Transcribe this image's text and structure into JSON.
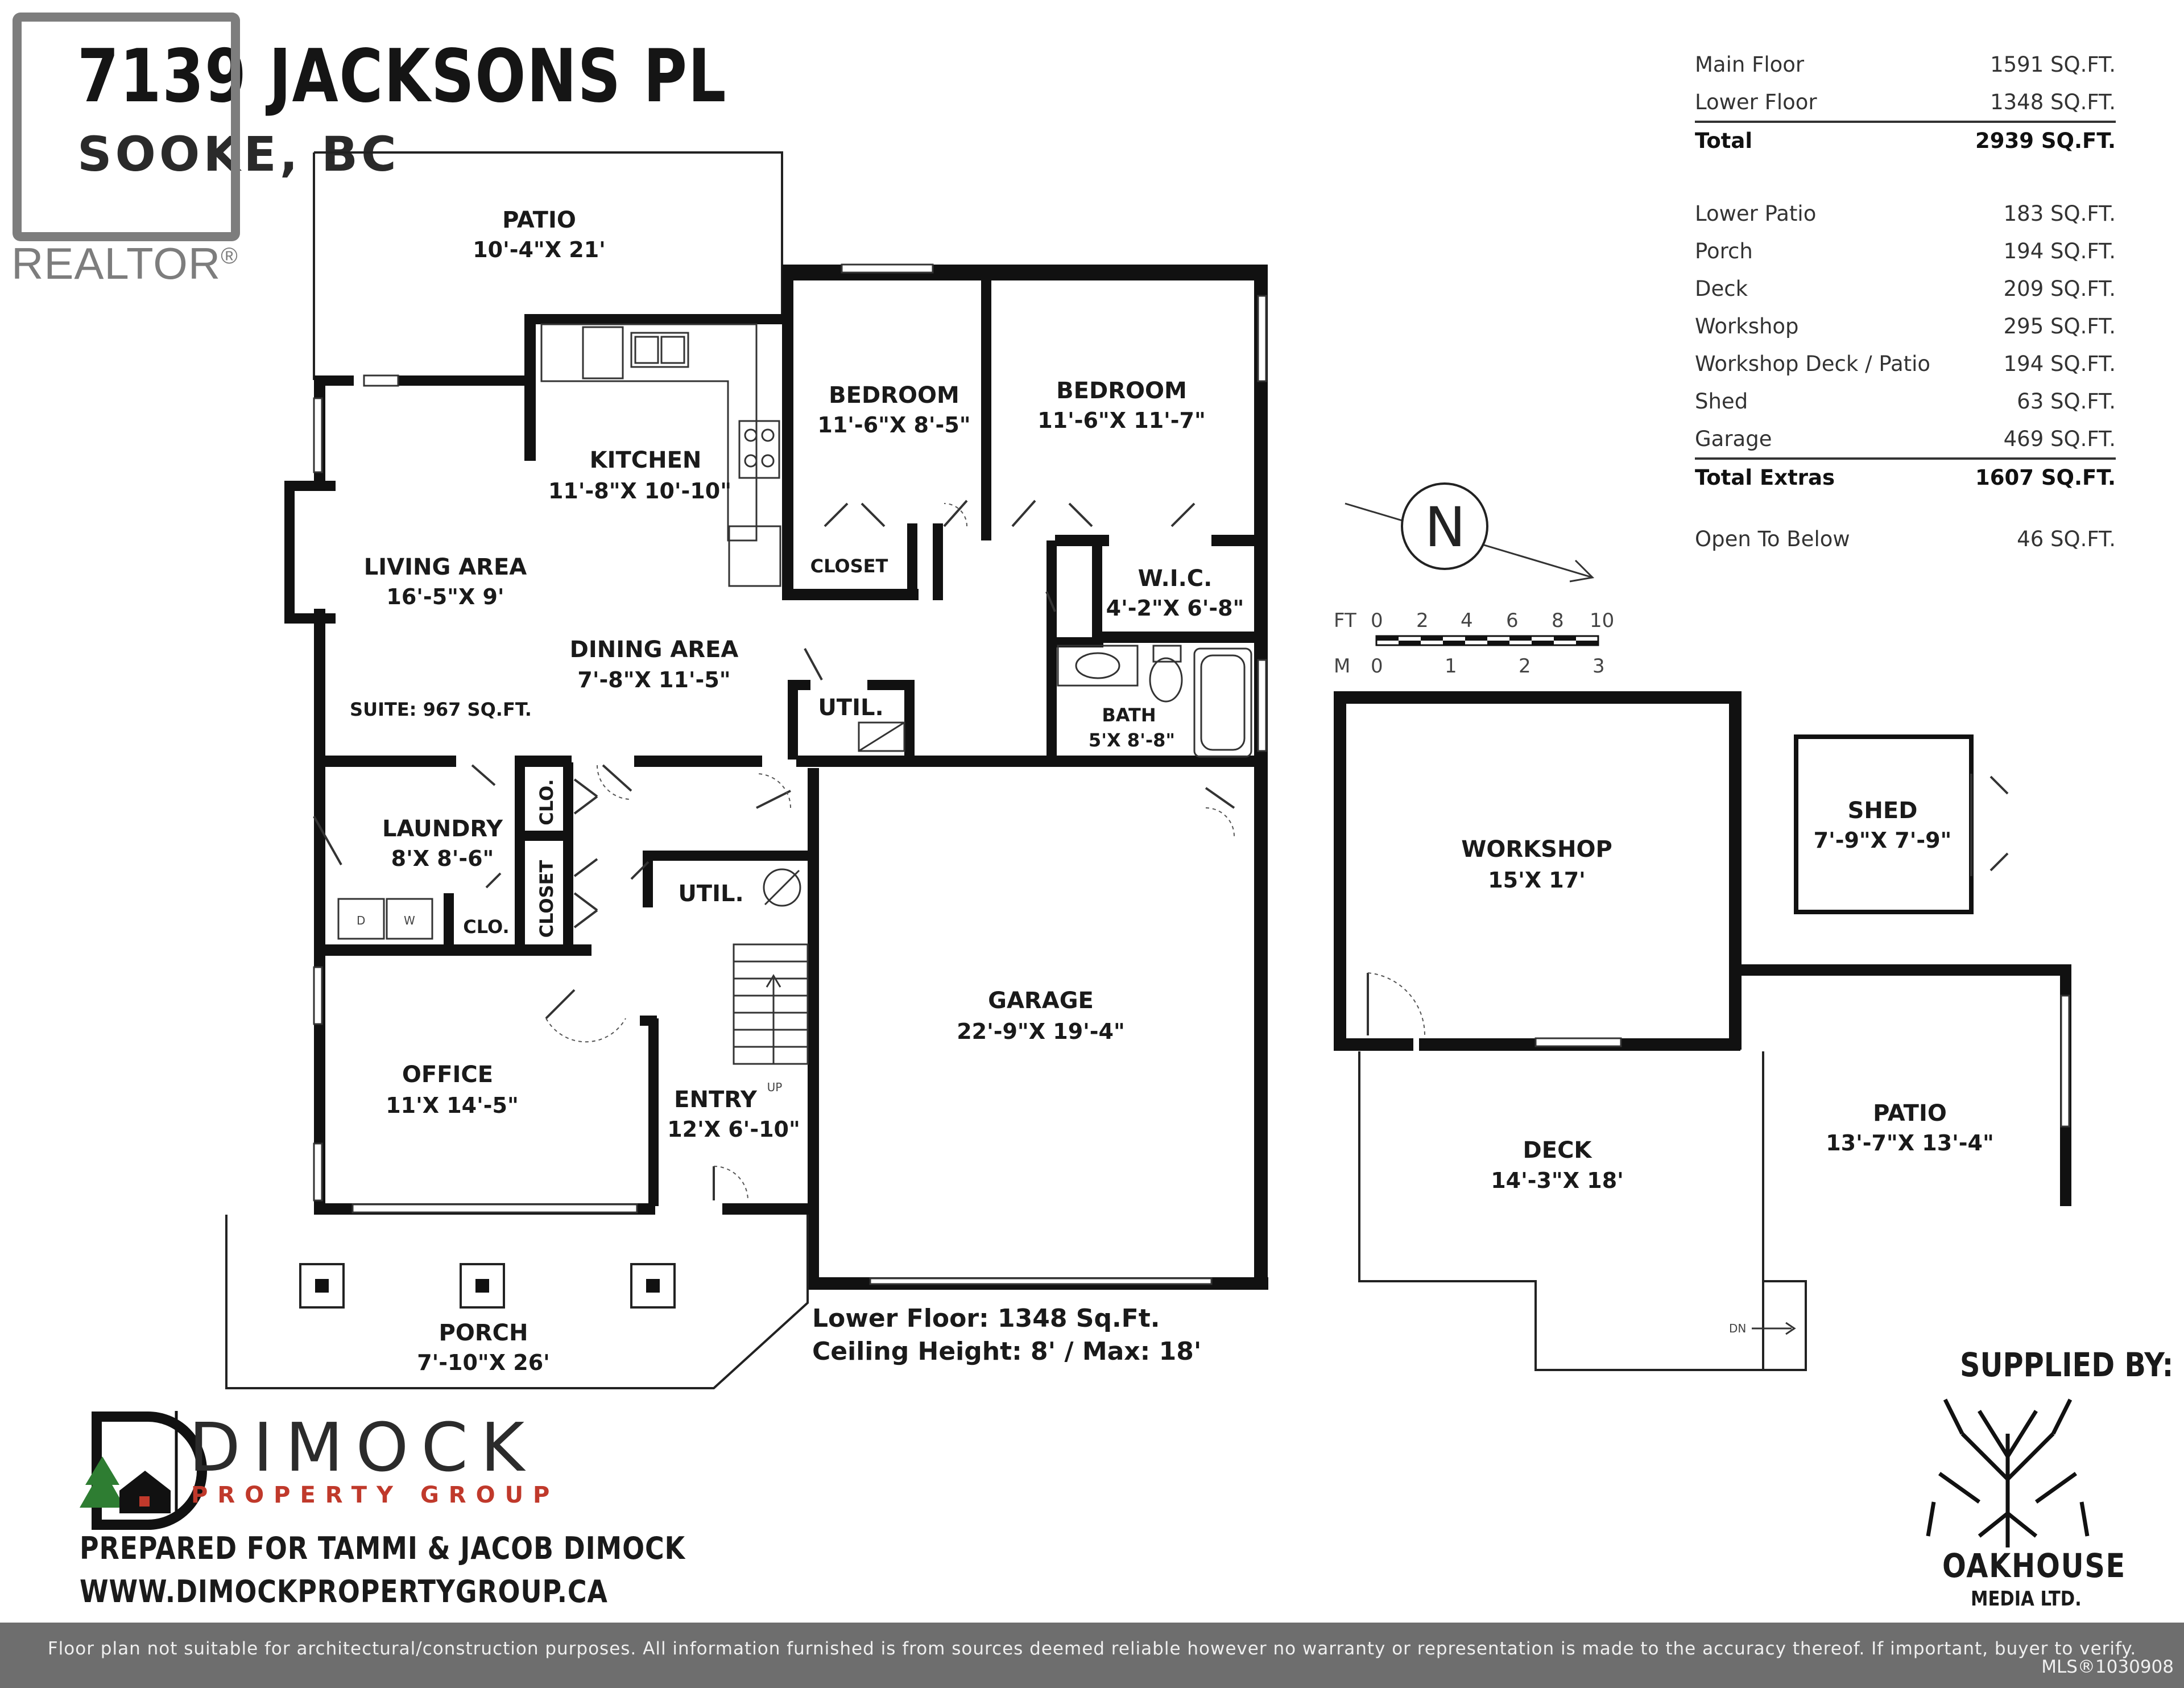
{
  "header": {
    "title": "7139 JACKSONS PL",
    "subtitle": "SOOKE, BC"
  },
  "watermark": {
    "text": "REALTOR",
    "mark": "®",
    "letter": "R"
  },
  "areas": {
    "floors": [
      {
        "label": "Main Floor",
        "value": "1591 SQ.FT."
      },
      {
        "label": "Lower Floor",
        "value": "1348 SQ.FT."
      }
    ],
    "total": {
      "label": "Total",
      "value": "2939 SQ.FT."
    },
    "extras": [
      {
        "label": "Lower Patio",
        "value": "183 SQ.FT."
      },
      {
        "label": "Porch",
        "value": "194 SQ.FT."
      },
      {
        "label": "Deck",
        "value": "209 SQ.FT."
      },
      {
        "label": "Workshop",
        "value": "295 SQ.FT."
      },
      {
        "label": "Workshop Deck / Patio",
        "value": "194 SQ.FT."
      },
      {
        "label": "Shed",
        "value": "63 SQ.FT."
      },
      {
        "label": "Garage",
        "value": "469 SQ.FT."
      }
    ],
    "total_extras": {
      "label": "Total Extras",
      "value": "1607 SQ.FT."
    },
    "open_below": {
      "label": "Open To Below",
      "value": "46 SQ.FT."
    }
  },
  "compass": {
    "letter": "N"
  },
  "scale": {
    "ft_label": "FT",
    "ft_ticks": [
      "0",
      "2",
      "4",
      "6",
      "8",
      "10"
    ],
    "m_label": "M",
    "m_ticks": [
      "0",
      "1",
      "2",
      "3"
    ]
  },
  "rooms": {
    "patio": {
      "name": "PATIO",
      "dims": "10'-4\"X 21'"
    },
    "bedroom1": {
      "name": "BEDROOM",
      "dims": "11'-6\"X 8'-5\""
    },
    "bedroom2": {
      "name": "BEDROOM",
      "dims": "11'-6\"X 11'-7\""
    },
    "kitchen": {
      "name": "KITCHEN",
      "dims": "11'-8\"X 10'-10\""
    },
    "closet_main": {
      "name": "CLOSET"
    },
    "living": {
      "name": "LIVING AREA",
      "dims": "16'-5\"X 9'"
    },
    "wic": {
      "name": "W.I.C.",
      "dims": "4'-2\"X 6'-8\""
    },
    "dining": {
      "name": "DINING AREA",
      "dims": "7'-8\"X 11'-5\""
    },
    "suite": {
      "text": "SUITE: 967 SQ.FT."
    },
    "util1": {
      "name": "UTIL."
    },
    "bath": {
      "name": "BATH",
      "dims": "5'X 8'-8\""
    },
    "laundry": {
      "name": "LAUNDRY",
      "dims": "8'X 8'-6\""
    },
    "clo1": {
      "name": "CLO."
    },
    "clo2": {
      "name": "CLO."
    },
    "closet2": {
      "name": "CLOSET"
    },
    "util2": {
      "name": "UTIL."
    },
    "dryer": {
      "name": "D"
    },
    "washer": {
      "name": "W"
    },
    "garage": {
      "name": "GARAGE",
      "dims": "22'-9\"X 19'-4\""
    },
    "office": {
      "name": "OFFICE",
      "dims": "11'X 14'-5\""
    },
    "entry": {
      "name": "ENTRY",
      "dims": "12'X 6'-10\""
    },
    "up": {
      "text": "UP"
    },
    "porch": {
      "name": "PORCH",
      "dims": "7'-10\"X 26'"
    },
    "workshop": {
      "name": "WORKSHOP",
      "dims": "15'X 17'"
    },
    "shed": {
      "name": "SHED",
      "dims": "7'-9\"X 7'-9\""
    },
    "deck": {
      "name": "DECK",
      "dims": "14'-3\"X 18'"
    },
    "patio2": {
      "name": "PATIO",
      "dims": "13'-7\"X 13'-4\""
    },
    "dn": {
      "text": "DN"
    }
  },
  "floor_info": {
    "line1": "Lower Floor: 1348 Sq.Ft.",
    "line2": "Ceiling Height: 8' / Max: 18'"
  },
  "branding": {
    "company": "DIMOCK",
    "company_sub": "PROPERTY GROUP",
    "prepared_for": "PREPARED FOR TAMMI & JACOB DIMOCK",
    "website": "WWW.DIMOCKPROPERTYGROUP.CA",
    "supplied_by": "SUPPLIED BY:",
    "supplier": "OAKHOUSE",
    "supplier_sub": "MEDIA LTD."
  },
  "footer": {
    "disclaimer": "Floor plan not suitable for architectural/construction purposes. All information furnished is from sources deemed reliable however no warranty or representation is made to the accuracy thereof. If important, buyer to verify.",
    "mls": "MLS®1030908"
  },
  "colors": {
    "walls": "#111111",
    "footer_bar": "#6e6e6e",
    "brand_accent": "#c0392b",
    "watermark": "#7d7d7d"
  }
}
